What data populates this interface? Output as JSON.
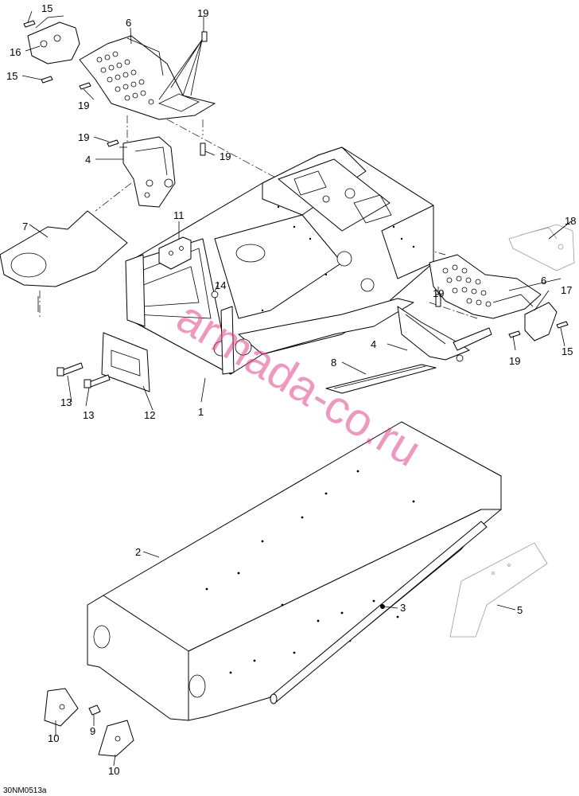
{
  "diagram": {
    "code": "30NM0513a",
    "watermark": "armada-co.ru",
    "callouts": {
      "c1": "1",
      "c2": "2",
      "c3": "3",
      "c4a": "4",
      "c4b": "4",
      "c5": "5",
      "c6a": "6",
      "c6b": "6",
      "c7": "7",
      "c8": "8",
      "c9": "9",
      "c10a": "10",
      "c10b": "10",
      "c11": "11",
      "c12": "12",
      "c13a": "13",
      "c13b": "13",
      "c14": "14",
      "c15a": "15",
      "c15b": "15",
      "c15c": "15",
      "c16": "16",
      "c17": "17",
      "c18": "18",
      "c19a": "19",
      "c19b": "19",
      "c19c": "19",
      "c19d": "19",
      "c19e": "19",
      "c19f": "19"
    }
  }
}
